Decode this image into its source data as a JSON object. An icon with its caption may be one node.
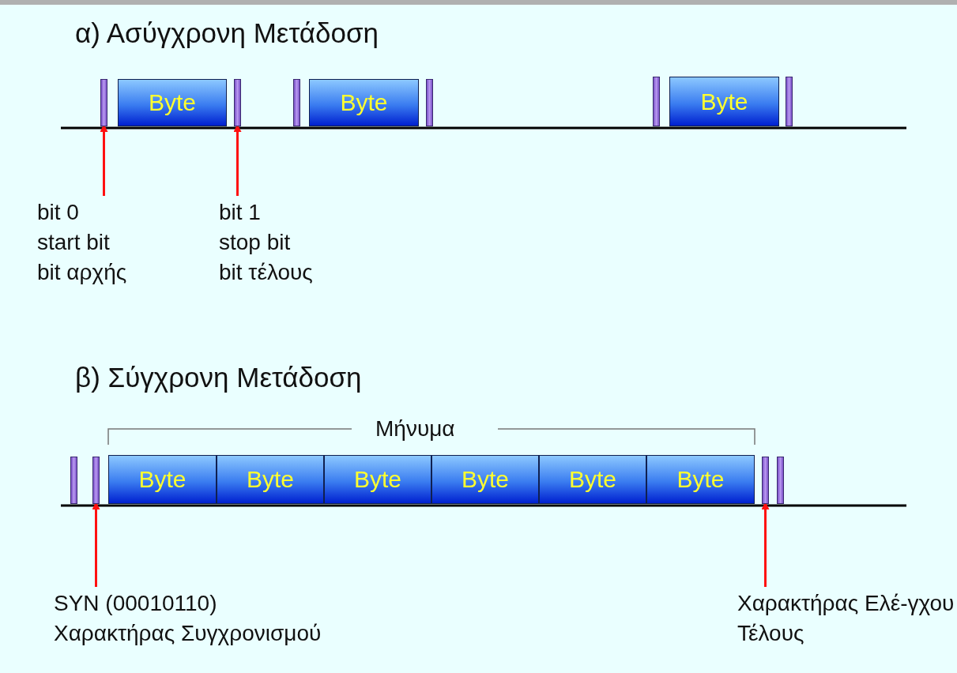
{
  "diagram": {
    "nodes": [
      {
        "text": [],
        "shape": "bar"
      },
      {
        "text": [
          "Byte"
        ]
      },
      {
        "text": [],
        "shape": "bar"
      },
      {
        "text": [],
        "shape": "bar"
      },
      {
        "text": [
          "Byte"
        ]
      },
      {
        "text": [],
        "shape": "bar"
      },
      {
        "text": [],
        "shape": "bar"
      },
      {
        "text": [
          "Byte"
        ]
      },
      {
        "text": [],
        "shape": "bar"
      },
      {
        "text": [
          "bit 0",
          "start bit",
          "bit αρχής"
        ]
      },
      {
        "text": [
          "bit 1",
          "stop bit",
          "bit τέλους"
        ]
      },
      {
        "text": [],
        "shape": "bar"
      },
      {
        "text": [],
        "shape": "bar"
      },
      {
        "text": [
          "Byte"
        ]
      },
      {
        "text": [
          "Byte"
        ]
      },
      {
        "text": [
          "Byte"
        ]
      },
      {
        "text": [
          "Byte"
        ]
      },
      {
        "text": [
          "Byte"
        ]
      },
      {
        "text": [
          "Byte"
        ]
      },
      {
        "text": [],
        "shape": "bar"
      },
      {
        "text": [],
        "shape": "bar"
      },
      {
        "text": [
          "SYN (00010110)",
          "Χαρακτήρας Συγχρονισμού"
        ]
      },
      {
        "text": [
          "Χαρακτήρας Ελέ-γχου Τέλους"
        ]
      }
    ],
    "edges": [
      {
        "from": 9,
        "to": 0,
        "arrow": "to"
      },
      {
        "from": 10,
        "to": 2,
        "arrow": "to"
      },
      {
        "from": 21,
        "to": 12,
        "arrow": "to"
      },
      {
        "from": 22,
        "to": 19,
        "arrow": "to"
      }
    ],
    "labels": [
      "α) Ασύγχρονη Μετάδοση",
      "β) Σύγχρονη Μετάδοση",
      "Μήνυμα"
    ]
  }
}
